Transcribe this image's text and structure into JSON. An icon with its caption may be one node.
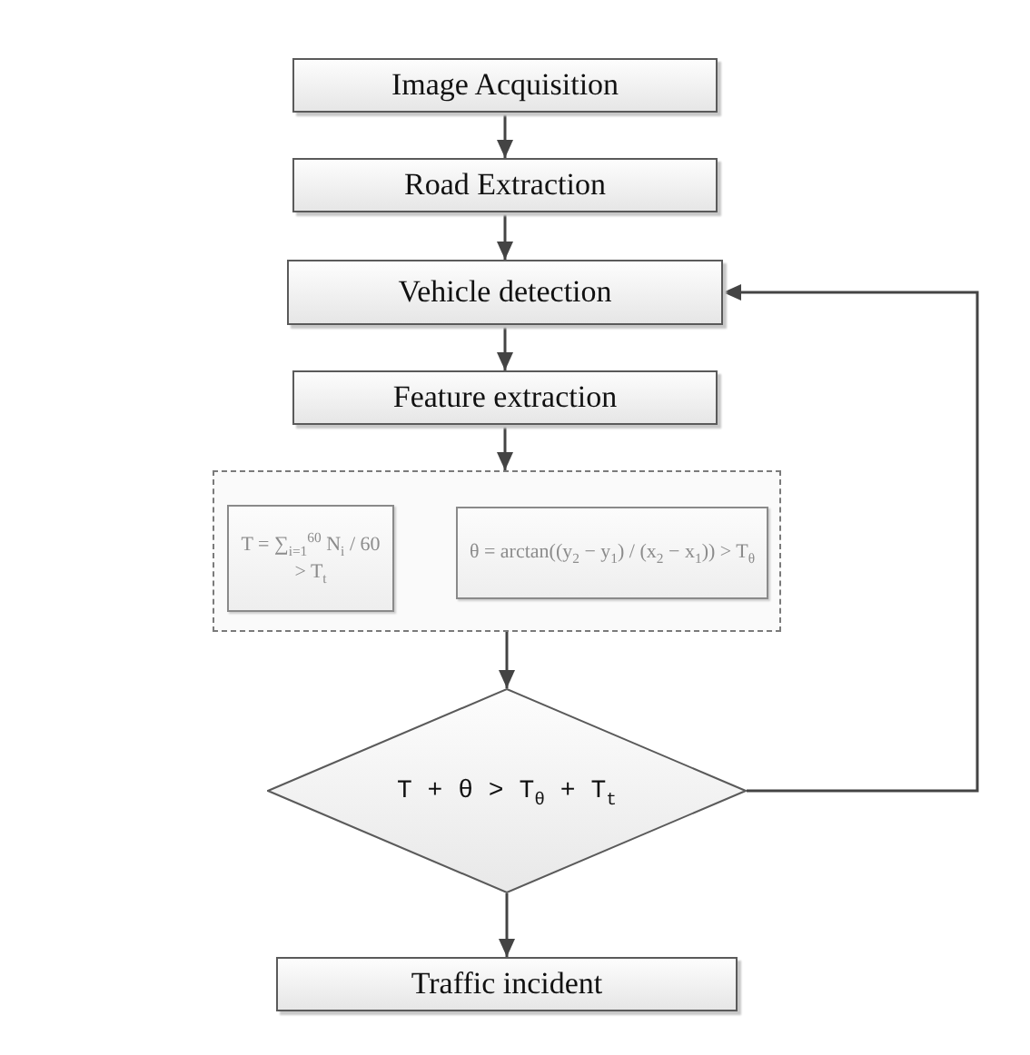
{
  "diagram": {
    "nodes": [
      {
        "text": [
          "Image Acquisition"
        ]
      },
      {
        "text": [
          "Road Extraction"
        ]
      },
      {
        "text": [
          "Vehicle detection"
        ]
      },
      {
        "text": [
          "Feature extraction"
        ]
      },
      {
        "text": [],
        "shape": "box"
      },
      {
        "text": [
          "T = ∑$_{i=1}$$^{60}$ N$_{i}$ / 60 > T$_{t}$"
        ],
        "in": 4
      },
      {
        "text": [
          "θ = arctan((y$_{2}$ − y$_{1}$) / (x$_{2}$ − x$_{1}$)) > T$_{θ}$"
        ],
        "in": 4
      },
      {
        "text": [
          "T + θ > T$_{θ}$ + T$_{t}$"
        ]
      },
      {
        "text": [
          "Traffic incident"
        ]
      }
    ],
    "edges": [
      {
        "from": 0,
        "to": 1,
        "arrow": "to"
      },
      {
        "from": 1,
        "to": 2,
        "arrow": "to"
      },
      {
        "from": 2,
        "to": 3,
        "arrow": "to"
      },
      {
        "from": 3,
        "to": 4,
        "arrow": "to"
      },
      {
        "from": 4,
        "to": 7,
        "arrow": "to"
      },
      {
        "from": 7,
        "to": 2,
        "arrow": "to"
      },
      {
        "from": 7,
        "to": 8,
        "arrow": "to"
      }
    ]
  }
}
